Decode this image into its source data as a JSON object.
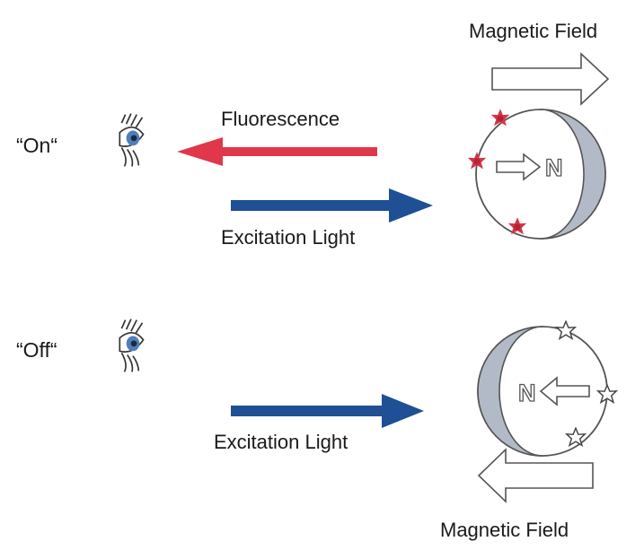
{
  "top_panel": {
    "state_label": "“On“",
    "magnetic_field_label": "Magnetic Field",
    "fluorescence_label": "Fluorescence",
    "excitation_label": "Excitation Light",
    "magnet_pole": "N"
  },
  "bottom_panel": {
    "state_label": "“Off“",
    "magnetic_field_label": "Magnetic Field",
    "excitation_label": "Excitation Light",
    "magnet_pole": "N"
  },
  "colors": {
    "fluorescence_arrow": "#e0384a",
    "excitation_arrow": "#1f4f94",
    "shaded_hemisphere": "#b3bac7",
    "active_dye": "#d63448",
    "outline": "#555555"
  },
  "icons": {
    "observer": "eye-icon",
    "active_dye": "red-star-icon",
    "inactive_dye": "white-star-icon"
  }
}
